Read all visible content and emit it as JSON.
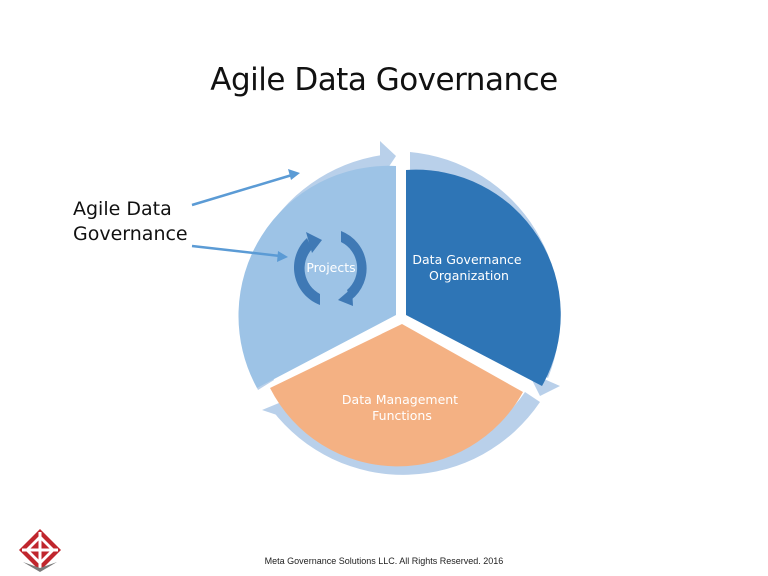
{
  "title": "Agile Data Governance",
  "callout": {
    "line1": "Agile Data",
    "line2": "Governance"
  },
  "segments": [
    {
      "line1": "Data Governance",
      "line2": "Organization"
    },
    {
      "line1": "Data Management",
      "line2": "Functions"
    },
    {
      "line1": "Projects",
      "line2": ""
    }
  ],
  "footer": "Meta Governance Solutions LLC. All Rights Reserved. 2016",
  "colors": {
    "outer_ring": "#b9d0ea",
    "segment_governance": "#2e75b6",
    "segment_management": "#f4b183",
    "segment_projects": "#9dc3e6",
    "cycle_arrows": "#3f79b5",
    "callout_arrows": "#5b9bd5",
    "logo": "#c0262d"
  },
  "icons": [
    "cycle-arrows-icon",
    "company-logo-icon"
  ]
}
